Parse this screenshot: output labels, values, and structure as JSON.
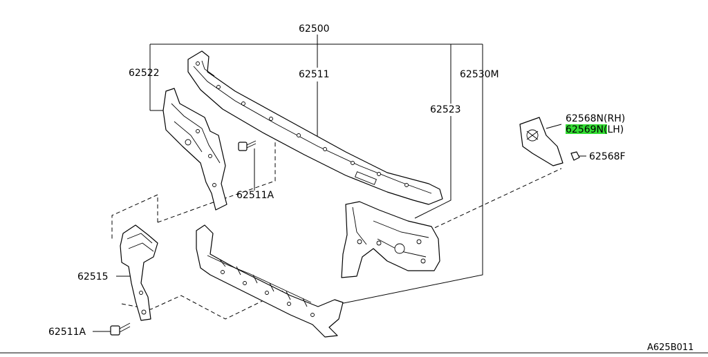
{
  "diagram": {
    "figure_code": "A625B011",
    "highlight_color": "#33dd33",
    "labels": {
      "p62500": "62500",
      "p62511": "62511",
      "p62522": "62522",
      "p62530m": "62530M",
      "p62523": "62523",
      "p62568n_prefix": "62568N",
      "p62568n_suffix": "(RH)",
      "p62569n_prefix": "62569",
      "p62569n_suffix": "N(LH)",
      "p62568f": "62568F",
      "p62511a_upper": "62511A",
      "p62515": "62515",
      "p62511a_lower": "62511A"
    }
  }
}
